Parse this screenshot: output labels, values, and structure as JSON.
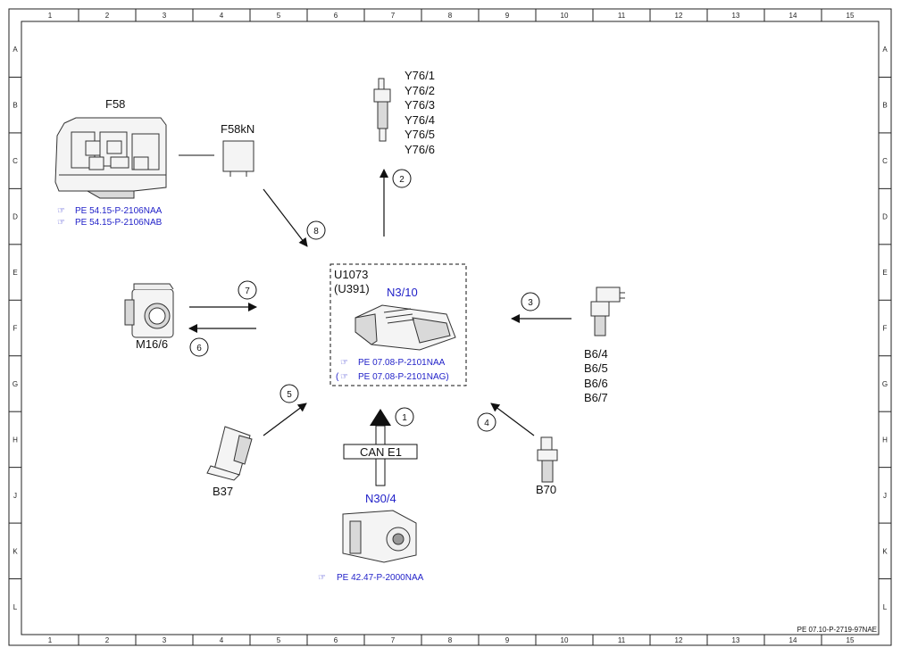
{
  "grid": {
    "columns": [
      "1",
      "2",
      "3",
      "4",
      "5",
      "6",
      "7",
      "8",
      "9",
      "10",
      "11",
      "12",
      "13",
      "14",
      "15"
    ],
    "rows": [
      "A",
      "B",
      "C",
      "D",
      "E",
      "F",
      "G",
      "H",
      "J",
      "K",
      "L"
    ]
  },
  "components": {
    "f58": {
      "label": "F58",
      "refs": [
        "PE 54.15-P-2106NAA",
        "PE 54.15-P-2106NAB"
      ]
    },
    "f58kn": {
      "label": "F58kN"
    },
    "y76": {
      "labels": [
        "Y76/1",
        "Y76/2",
        "Y76/3",
        "Y76/4",
        "Y76/5",
        "Y76/6"
      ]
    },
    "center": {
      "label1": "U1073",
      "label2": "(U391)",
      "label3": "N3/10",
      "refs": [
        "PE 07.08-P-2101NAA",
        "(",
        "PE 07.08-P-2101NAG)"
      ]
    },
    "m166": {
      "label": "M16/6"
    },
    "b6": {
      "labels": [
        "B6/4",
        "B6/5",
        "B6/6",
        "B6/7"
      ]
    },
    "b37": {
      "label": "B37"
    },
    "b70": {
      "label": "B70"
    },
    "can": {
      "label": "CAN E1"
    },
    "n304": {
      "label": "N30/4",
      "ref": "PE 42.47-P-2000NAA"
    }
  },
  "arrows": [
    "1",
    "2",
    "3",
    "4",
    "5",
    "6",
    "7",
    "8"
  ],
  "footer": {
    "code": "PE 07.10-P-2719-97NAE"
  },
  "colors": {
    "reference": "#1f1fc8",
    "line": "#111111"
  }
}
